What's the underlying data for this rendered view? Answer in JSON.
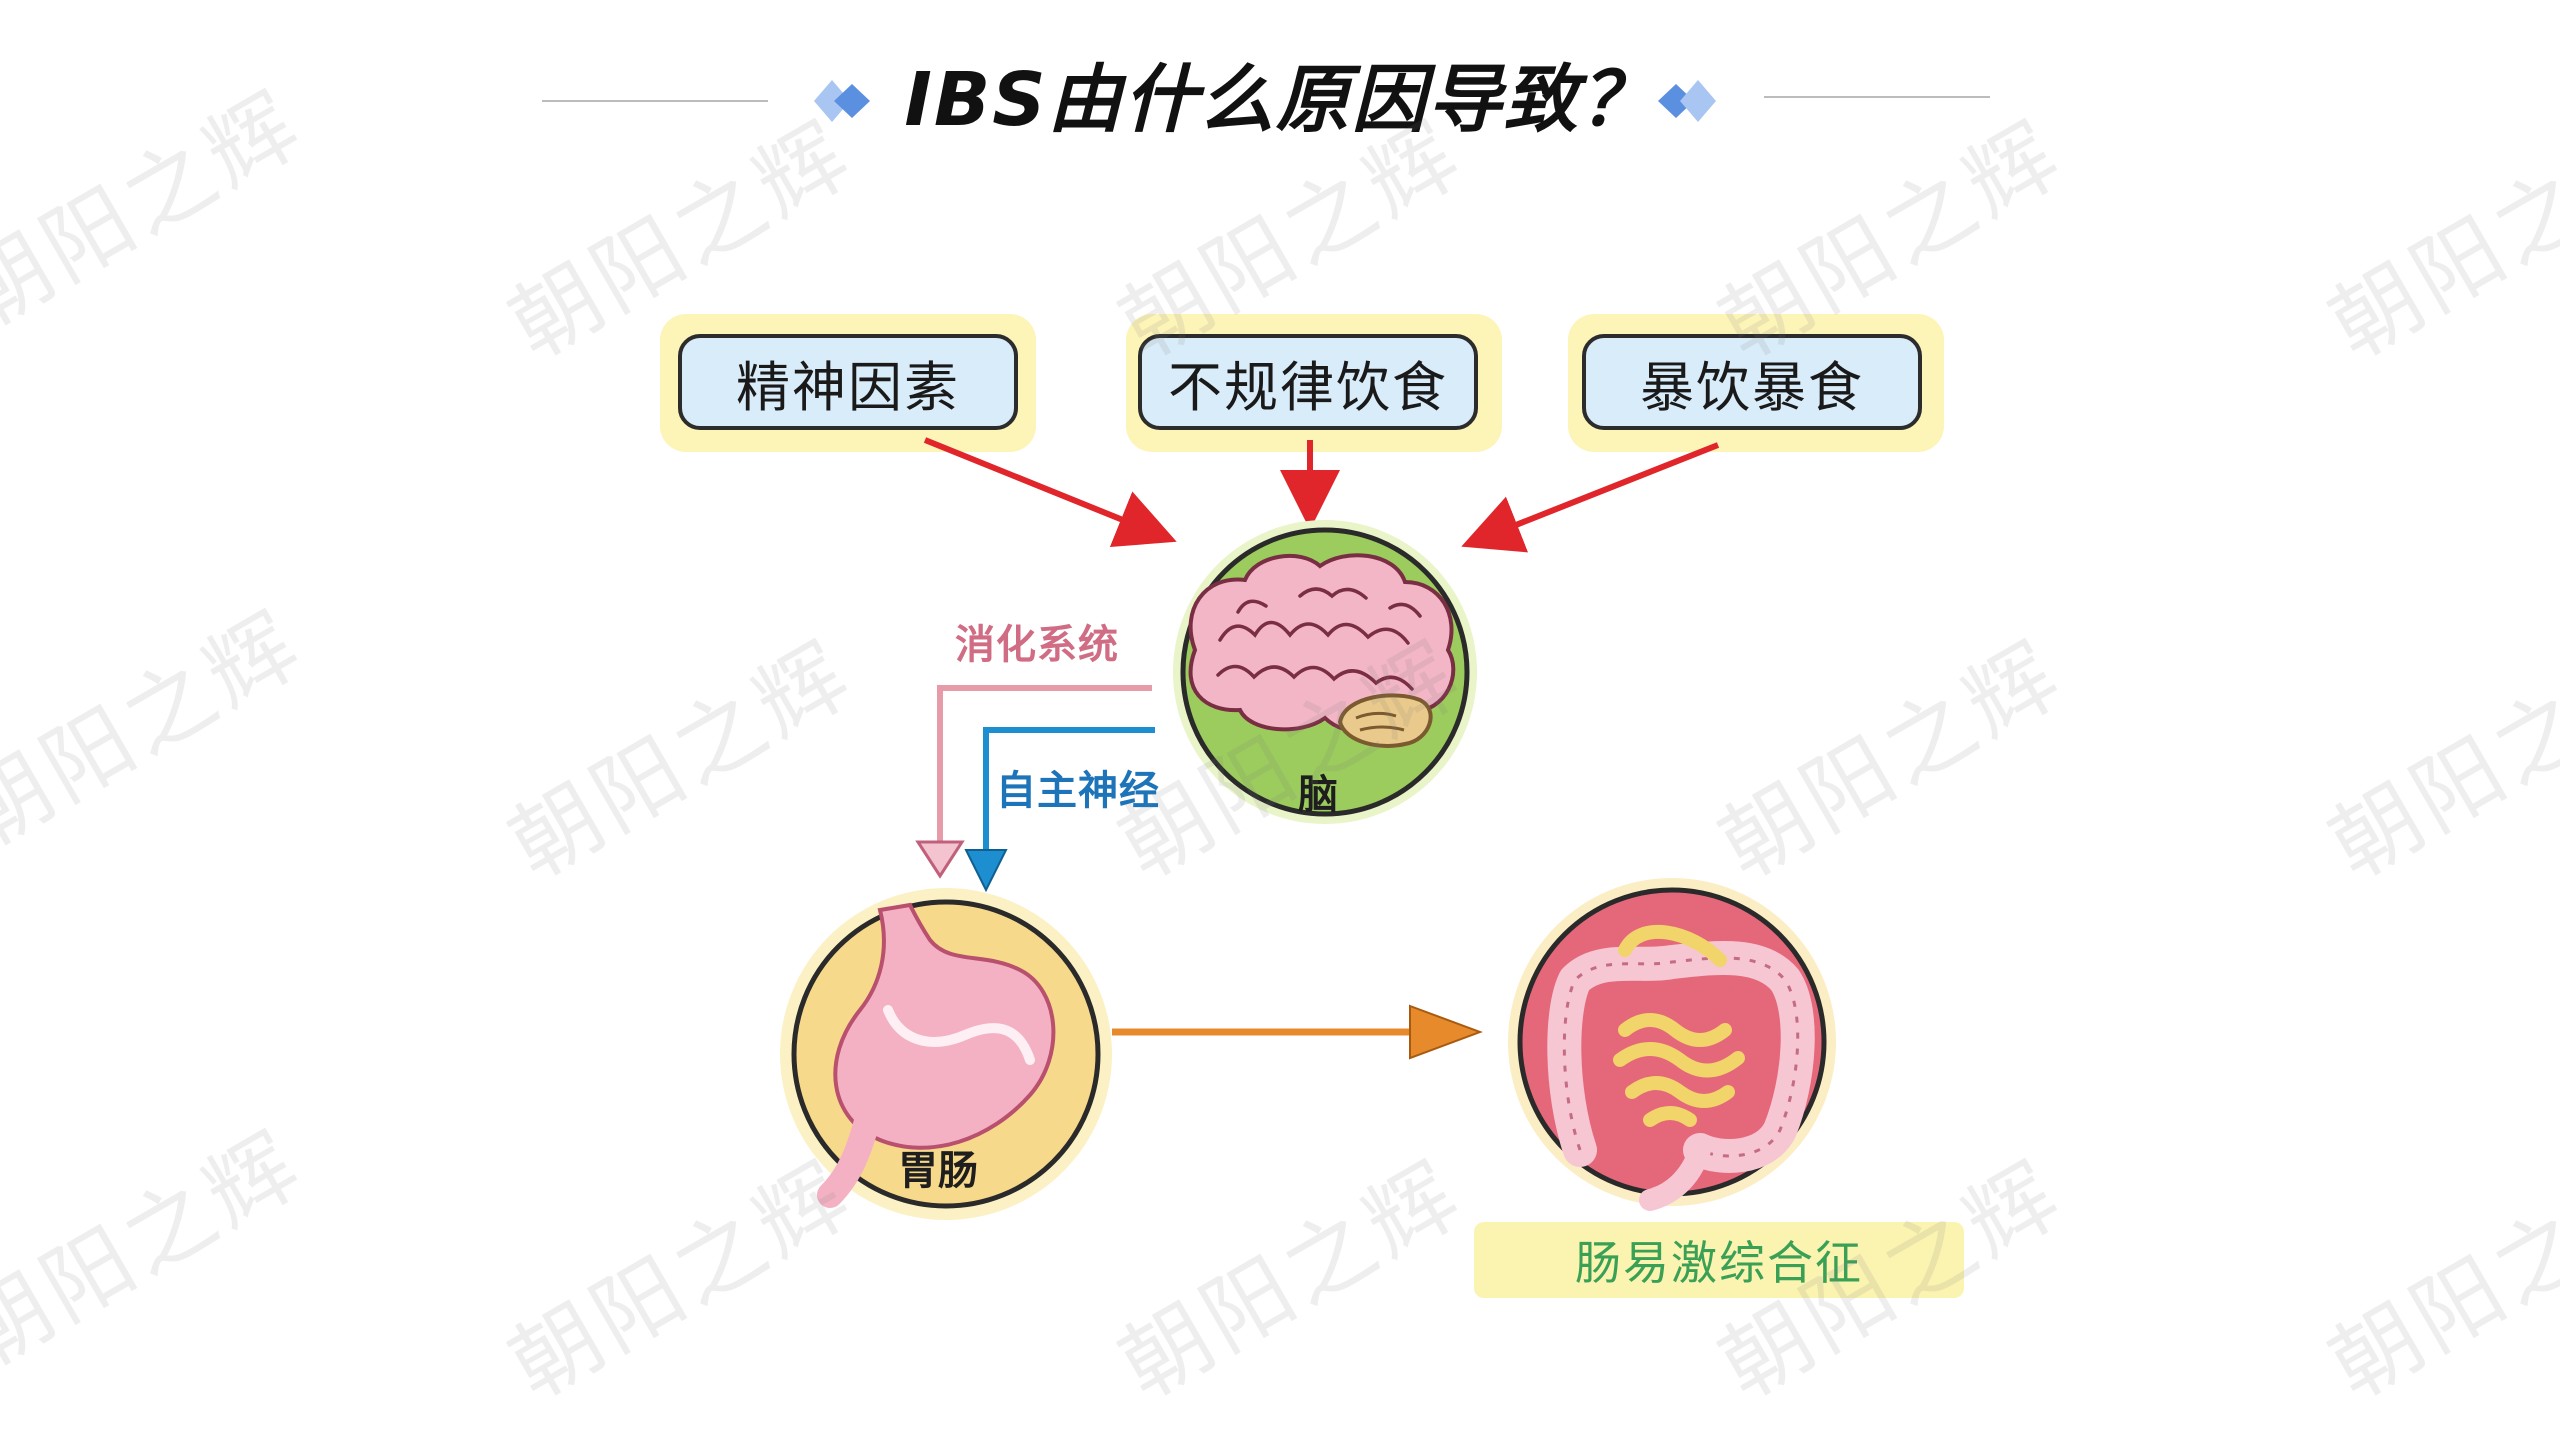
{
  "title": "IBS由什么原因导致？",
  "causes": [
    {
      "label": "精神因素"
    },
    {
      "label": "不规律饮食"
    },
    {
      "label": "暴饮暴食"
    }
  ],
  "pathways": [
    {
      "label": "消化系统",
      "color": "#e79aa8"
    },
    {
      "label": "自主神经",
      "color": "#1d8fd1"
    }
  ],
  "organs": {
    "brain": "脑",
    "gut": "胃肠"
  },
  "result": "肠易激综合征",
  "watermark": "朝阳之辉",
  "colors": {
    "cause_box_fill": "#d9ecf9",
    "glow": "#fdf4b8",
    "cause_arrow": "#e0262a",
    "gut_arrow": "#e78a2b",
    "brain_circle": "#9ccc5e",
    "gut_circle": "#f7d98c",
    "result_circle": "#e5687a",
    "title_diamond": "#5b8fe0",
    "result_text": "#3aa055"
  }
}
